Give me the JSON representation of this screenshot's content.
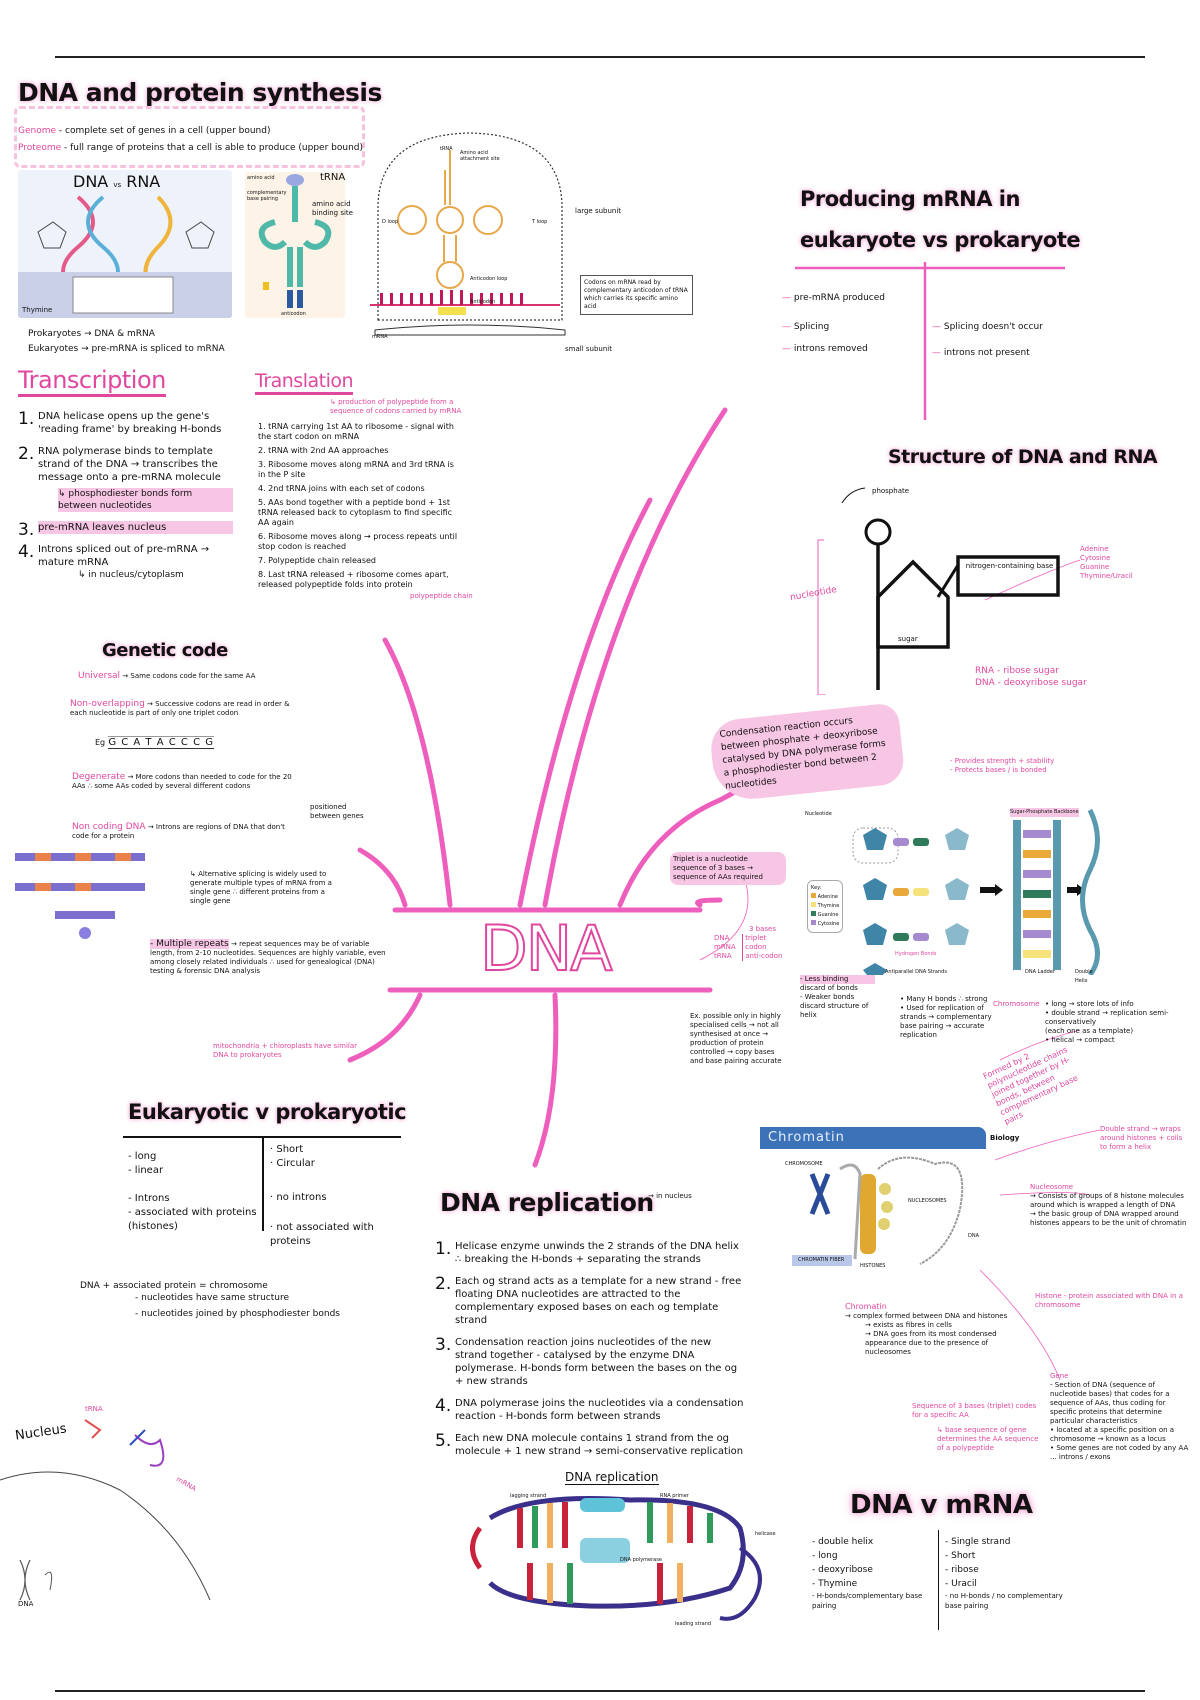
{
  "title": "DNA and protein synthesis",
  "intro": {
    "genome_label": "Genome",
    "genome_text": "- complete set of genes in a cell (upper bound)",
    "proteome_label": "Proteome",
    "proteome_text": "- full range of proteins that a cell is able to produce (upper bound)"
  },
  "dna_vs_rna_figure": {
    "dna": "DNA",
    "vs": "vs",
    "rna": "RNA",
    "footer": "Thymine"
  },
  "trna_figure": {
    "label": "tRNA",
    "amino_acid": "amino acid",
    "pairing": "complementary base pairing",
    "note": "amino acid binding site",
    "anticodon": "anticodon"
  },
  "ribosome_figure": {
    "trna": "tRNA",
    "attachment": "Amino acid attachment site",
    "d_loop": "D loop",
    "t_loop": "T loop",
    "anticodon_loop": "Anticodon loop",
    "anticodon": "Anticodon",
    "mrna": "mRNA",
    "large_subunit": "large subunit",
    "small_subunit": "small subunit",
    "codon_note": "Codons on mRNA read by complementary anticodon of tRNA which carries its specific amino acid"
  },
  "prok_euk": [
    "Prokaryotes → DNA & mRNA",
    "Eukaryotes → pre-mRNA is spliced to mRNA"
  ],
  "transcription": {
    "heading": "Transcription",
    "steps": [
      {
        "n": "1.",
        "text": "DNA helicase opens up the gene's 'reading frame' by breaking H-bonds"
      },
      {
        "n": "2.",
        "text": "RNA polymerase binds to template strand of the DNA → transcribes the message onto a pre-mRNA molecule",
        "sub": "↳ phosphodiester bonds form between nucleotides"
      },
      {
        "n": "3.",
        "text": "pre-mRNA leaves nucleus"
      },
      {
        "n": "4.",
        "text": "Introns spliced out of pre-mRNA → mature mRNA",
        "sub": "↳ in nucleus/cytoplasm"
      }
    ]
  },
  "translation": {
    "heading": "Translation",
    "subtitle": "↳ production of polypeptide from a sequence of codons carried by mRNA",
    "steps": [
      "1. tRNA carrying 1st AA to ribosome - signal with the start codon on mRNA",
      "2. tRNA with 2nd AA approaches",
      "3. Ribosome moves along mRNA and 3rd tRNA is in the P site",
      "4. 2nd tRNA joins with each set of codons",
      "5. AAs bond together with a peptide bond + 1st tRNA released back to cytoplasm to find specific AA again",
      "6. Ribosome moves along → process repeats until stop codon is reached",
      "7. Polypeptide chain released",
      "8. Last tRNA released + ribosome comes apart, released polypeptide folds into protein"
    ],
    "footnote": "polypeptide chain"
  },
  "producing_mrna": {
    "heading_line1": "Producing mRNA in",
    "heading_line2": "eukaryote  vs  prokaryote",
    "eukaryote": [
      "pre-mRNA produced",
      "Splicing",
      "introns removed"
    ],
    "prokaryote": [
      "Splicing doesn't occur",
      "introns not present"
    ]
  },
  "structure": {
    "heading": "Structure of DNA and RNA",
    "phosphate": "phosphate",
    "base": "nitrogen-containing base",
    "sugar": "sugar",
    "nucleotide": "nucleotide",
    "bases_list": [
      "Adenine",
      "Cytosine",
      "Guanine",
      "Thymine/Uracil"
    ],
    "sugar_notes": [
      "RNA - ribose sugar",
      "DNA - deoxyribose sugar"
    ]
  },
  "genetic_code": {
    "heading": "Genetic code",
    "universal_label": "Universal",
    "universal_text": "→ Same codons code for the same AA",
    "nonoverlap_label": "Non-overlapping",
    "nonoverlap_text": "→ Successive codons are read in order & each nucleotide is part of only one triplet codon",
    "example_label": "Eg",
    "example_seq": "G C A   T A C   C C G",
    "degenerate_label": "Degenerate",
    "degenerate_text": "→ More codons than needed to code for the 20 AAs ∴ some AAs coded by several different codons",
    "noncoding_label": "Non coding DNA",
    "noncoding_text": "→ Introns are regions of DNA that don't code for a protein",
    "noncoding_aside": "positioned between genes",
    "alt_splicing": "↳ Alternative splicing is widely used to generate multiple types of mRNA from a single gene ∴ different proteins from a single gene",
    "repeats_label": "- Multiple repeats",
    "repeats_text": "→ repeat sequences may be of variable length, from 2-10 nucleotides. Sequences are highly variable, even among closely related individuals ∴ used for genealogical (DNA) testing & forensic DNA analysis"
  },
  "mito_note": "mitochondria + chloroplasts have similar DNA to prokaryotes",
  "euk_v_prok": {
    "heading": "Eukaryotic v prokaryotic",
    "eukaryotic": [
      "- long",
      "- linear",
      "- Introns",
      "- associated with proteins (histones)"
    ],
    "prokaryotic": [
      "· Short",
      "· Circular",
      "· no introns",
      "· not associated with proteins"
    ],
    "footer": [
      "DNA + associated protein = chromosome",
      "- nucleotides have same structure",
      "- nucleotides joined by phosphodiester bonds"
    ]
  },
  "center": "DNA",
  "condensation_note": "Condensation reaction occurs between phosphate + deoxyribose catalysed by DNA polymerase forms a phosphodiester bond between 2 nucleotides",
  "triplet_note": "Triplet is a nucleotide sequence of 3 bases → sequence of AAs required",
  "bases_table": {
    "header": "3 bases",
    "rows": [
      [
        "DNA",
        "triplet"
      ],
      [
        "mRNA",
        "codon"
      ],
      [
        "tRNA",
        "anti-codon"
      ]
    ]
  },
  "accuracy_note": "Ex. possible only in highly specialised cells → not all synthesised at once → production of protein controlled → copy bases and base pairing accurate",
  "ladder_figure": {
    "nucleotide": "Nucleotide",
    "key": "Key:",
    "key_items": [
      "Adenine",
      "Thymine",
      "Guanine",
      "Cytosine"
    ],
    "hbonds": "Hydrogen Bonds",
    "backbone": "Sugar-Phosphate Backbone",
    "antiparallel": "Antiparallel DNA Strands",
    "ladder": "DNA Ladder",
    "helix": "Double Helix",
    "notes_top": [
      "- Provides strength + stability",
      "- Protects bases / is bonded"
    ],
    "notes_left": [
      "- Less binding",
      "discard of bonds",
      "- Weaker bonds",
      "discard structure of helix"
    ],
    "notes_mid": [
      "• Many H bonds ∴ strong",
      "• Used for replication of strands → complementary base pairing → accurate replication"
    ],
    "chromosome_label": "Chromosome",
    "chromosome_notes": [
      "• long → store lots of info",
      "• double strand → replication semi-conservatively",
      "(each one as a template)",
      "• helical → compact"
    ],
    "formed_note": "Formed by 2 polynucleotide chains joined together by H-bonds, between complementary base pairs"
  },
  "chromatin_figure": {
    "title": "Chromatin",
    "brand": "Biology",
    "chromosome": "CHROMOSOME",
    "nucleosomes": "NUCLEOSOMES",
    "dna": "DNA",
    "fiber": "CHROMATIN FIBER",
    "histones": "HISTONES"
  },
  "chromatin_notes": {
    "chromatin_label": "Chromatin",
    "chromatin_text": [
      "→ complex formed between DNA and histones",
      "→ exists as fibres in cells",
      "→ DNA goes from its most condensed appearance due to the presence of nucleosomes"
    ],
    "double_strand": "Double strand → wraps around histones + coils to form a helix",
    "nucleosome_label": "Nucleosome",
    "nucleosome_text": [
      "→ Consists of groups of 8 histone molecules around which is wrapped a length of DNA",
      "→ the basic group of DNA wrapped around histones appears to be the unit of chromatin"
    ],
    "histone_note": "Histone - protein associated with DNA in a chromosome",
    "gene_label": "Gene",
    "gene_text": [
      "- Section of DNA (sequence of nucleotide bases) that codes for a sequence of AAs, thus coding for specific proteins that determine particular characteristics",
      "• located at a specific position on a chromosome → known as a locus",
      "• Some genes are not coded by any AA ... introns / exons"
    ],
    "triplet_note": "Sequence of 3 bases (triplet) codes for a specific AA",
    "triplet_sub": "↳ base sequence of gene determines the AA sequence of a polypeptide"
  },
  "replication": {
    "heading": "DNA replication",
    "aside": "→ in nucleus",
    "steps": [
      {
        "n": "1.",
        "text": "Helicase enzyme unwinds the 2 strands of the DNA helix ∴ breaking the H-bonds + separating the strands"
      },
      {
        "n": "2.",
        "text": "Each og strand acts as a template for a new strand - free floating DNA nucleotides are attracted to the complementary exposed bases on each og template strand"
      },
      {
        "n": "3.",
        "text": "Condensation reaction joins nucleotides of the new strand together - catalysed by the enzyme DNA polymerase. H-bonds form between the bases on the og + new strands"
      },
      {
        "n": "4.",
        "text": "DNA polymerase joins the nucleotides via a condensation reaction - H-bonds form between strands"
      },
      {
        "n": "5.",
        "text": "Each new DNA molecule contains 1 strand from the og molecule + 1 new strand → semi-conservative replication"
      }
    ],
    "figure": {
      "title": "DNA replication",
      "lagging": "lagging strand",
      "leading": "leading strand",
      "primer": "RNA primer",
      "helicase": "helicase",
      "polymerase": "DNA polymerase"
    }
  },
  "dna_v_mrna": {
    "heading": "DNA v mRNA",
    "dna": [
      "- double helix",
      "- long",
      "- deoxyribose",
      "- Thymine",
      "- H-bonds/complementary base pairing"
    ],
    "mrna": [
      "- Single strand",
      "- Short",
      "- ribose",
      "- Uracil",
      "- no H-bonds / no complementary base pairing"
    ]
  },
  "nucleus_sketch": {
    "label": "Nucleus",
    "trna": "tRNA",
    "dna": "DNA",
    "mrna": "mRNA"
  },
  "colors": {
    "pink": "#ee5fbd",
    "highlight": "#f8c6e5",
    "ink": "#111111",
    "chromatin_blue": "#3b72b8"
  }
}
